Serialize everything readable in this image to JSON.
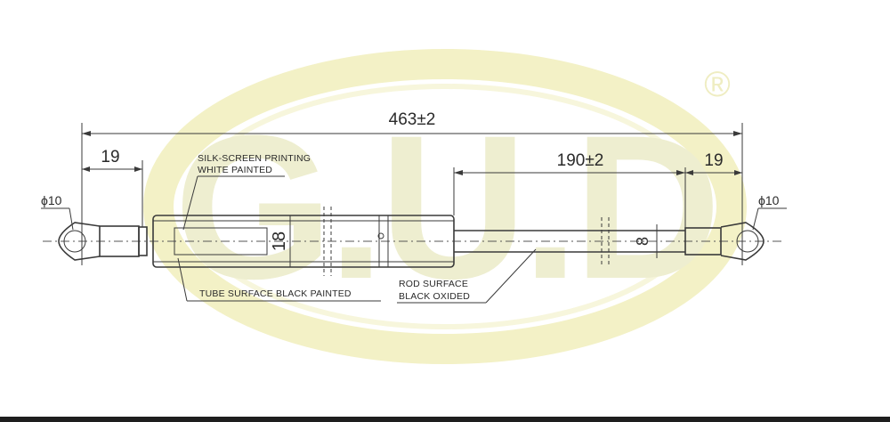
{
  "watermark": {
    "logo_text": "G.U.D",
    "registered_mark": "®",
    "color": "#f3f1c6"
  },
  "dimensions": {
    "overall_length": "463±2",
    "stroke": "190±2",
    "end_left": "19",
    "end_right": "19",
    "eye_left": "ϕ10",
    "eye_right": "ϕ10",
    "tube_diameter": "18",
    "rod_diameter": "8"
  },
  "notes": {
    "silk_screen_line1": "SILK-SCREEN PRINTING",
    "silk_screen_line2": "WHITE PAINTED",
    "tube_surface": "TUBE SURFACE BLACK PAINTED",
    "rod_surface_line1": "ROD SURFACE",
    "rod_surface_line2": "BLACK OXIDED"
  },
  "colors": {
    "line": "#3a3a3a",
    "bottom_bar": "#1e1e1e"
  }
}
